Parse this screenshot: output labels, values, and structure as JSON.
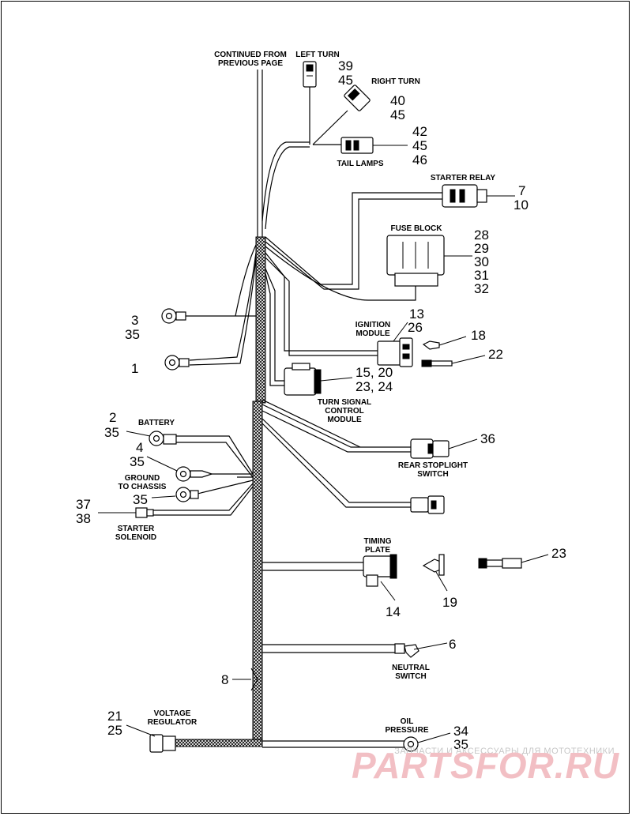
{
  "labels": {
    "continued": [
      "CONTINUED FROM",
      "PREVIOUS PAGE"
    ],
    "left_turn": "LEFT TURN",
    "right_turn": "RIGHT TURN",
    "tail_lamps": "TAIL LAMPS",
    "starter_relay": "STARTER RELAY",
    "fuse_block": "FUSE BLOCK",
    "ignition_module": [
      "IGNITION",
      "MODULE"
    ],
    "turn_signal_module": [
      "TURN SIGNAL",
      "CONTROL",
      "MODULE"
    ],
    "battery": "BATTERY",
    "ground_to_chassis": [
      "GROUND",
      "TO CHASSIS"
    ],
    "starter_solenoid": [
      "STARTER",
      "SOLENOID"
    ],
    "rear_stoplight_switch": [
      "REAR STOPLIGHT",
      "SWITCH"
    ],
    "timing_plate": [
      "TIMING",
      "PLATE"
    ],
    "neutral_switch": [
      "NEUTRAL",
      "SWITCH"
    ],
    "voltage_regulator": [
      "VOLTAGE",
      "REGULATOR"
    ],
    "oil_pressure": [
      "OIL",
      "PRESSURE"
    ]
  },
  "callouts": {
    "left_turn": [
      "39",
      "45"
    ],
    "right_turn": [
      "40",
      "45"
    ],
    "tail_lamps": [
      "42",
      "45",
      "46"
    ],
    "starter_relay": [
      "7",
      "10"
    ],
    "fuse_block": [
      "28",
      "29",
      "30",
      "31",
      "32"
    ],
    "ring_upper": [
      "3",
      "35"
    ],
    "ring_lower": [
      "1"
    ],
    "ignition_module": [
      "13",
      "26"
    ],
    "item_18": "18",
    "item_22": "22",
    "turn_signal_module": [
      "15, 20",
      "23, 24"
    ],
    "battery": [
      "2",
      "35"
    ],
    "ground_a": [
      "4",
      "35"
    ],
    "ground_b": "35",
    "starter_solenoid": [
      "37",
      "38"
    ],
    "rear_stoplight": "36",
    "timing_plate": "14",
    "item_19": "19",
    "item_23": "23",
    "neutral_switch": "6",
    "item_8": "8",
    "voltage_regulator": [
      "21",
      "25"
    ],
    "oil_pressure": [
      "34",
      "35"
    ]
  },
  "watermark": {
    "caption": "ЗАПЧАСТИ И АКСЕССУАРЫ ДЛЯ МОТОТЕХНИКИ",
    "brand": "PARTSFOR.RU"
  }
}
